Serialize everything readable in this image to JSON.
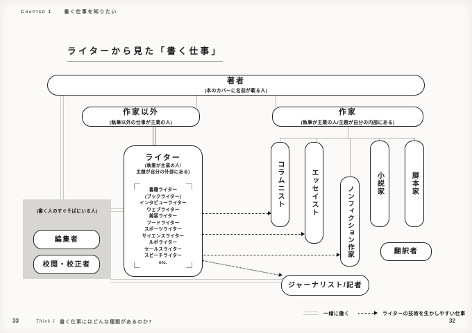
{
  "header": {
    "chapter_label": "Chapter 1",
    "chapter_title": "書く仕事を知りたい"
  },
  "title": "ライターから見た「書く仕事」",
  "diagram": {
    "author": {
      "title": "著者",
      "subtitle": "(本のカバーに名前が載る人)"
    },
    "non_writer": {
      "title": "作家以外",
      "subtitle": "(執筆以外の仕事が主業の人)"
    },
    "writer": {
      "title": "作家",
      "subtitle": "(執筆が主業の人/主題が自分の内部にある)"
    },
    "lighter": {
      "title": "ライター",
      "subtitle1": "(執筆が主業の人/",
      "subtitle2": "主題が自分の外部にある)",
      "types": [
        "書籍ライター",
        "(ブックライター)",
        "インタビューライター",
        "ウェブライター",
        "美容ライター",
        "フードライター",
        "スポーツライター",
        "サイエンスライター",
        "ルポライター",
        "セールスライター",
        "スピーチライター",
        "etc."
      ]
    },
    "jobs": {
      "columnist": "コラムニスト",
      "essayist": "エッセイスト",
      "nonfiction": "ノンフィクション作家",
      "novelist": "小説家",
      "scriptwriter": "脚本家",
      "translator": "翻訳者",
      "journalist": "ジャーナリスト/記者"
    },
    "nearby": {
      "label": "(書く人のすぐそばにいる人)",
      "editor": "編集者",
      "proofreader": "校閲・校正者"
    },
    "legend": {
      "together": "一緒に働く",
      "skill": "ライターの技術を生かしやすい仕事"
    }
  },
  "footer": {
    "page_left": "33",
    "think": "Think 1",
    "caption": "書く仕事にはどんな種類があるのか?",
    "page_right": "32"
  },
  "colors": {
    "box_border": "#222222",
    "tree_line": "#aeaeae",
    "together_line": "#c9c9c4",
    "panel_bg": "#d7d6d2",
    "arrow": "#111111"
  }
}
